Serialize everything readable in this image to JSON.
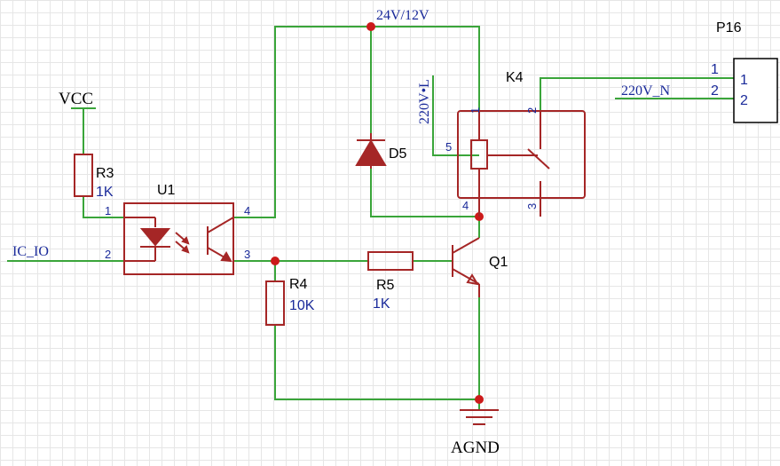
{
  "nets": {
    "vcc": "VCC",
    "supply": "24V/12V",
    "input": "IC_IO",
    "ground": "AGND",
    "line": "220V•L",
    "neutral": "220V_N"
  },
  "components": {
    "r3": {
      "ref": "R3",
      "value": "1K"
    },
    "r4": {
      "ref": "R4",
      "value": "10K"
    },
    "r5": {
      "ref": "R5",
      "value": "1K"
    },
    "u1": {
      "ref": "U1",
      "pins": [
        "1",
        "2",
        "3",
        "4"
      ]
    },
    "d5": {
      "ref": "D5"
    },
    "q1": {
      "ref": "Q1"
    },
    "k4": {
      "ref": "K4",
      "pins": [
        "1",
        "2",
        "3",
        "4",
        "5"
      ]
    },
    "p16": {
      "ref": "P16",
      "pins": [
        "1",
        "2"
      ],
      "pin_labels": [
        "1",
        "2"
      ]
    }
  },
  "colors": {
    "wire": "#3aa53a",
    "component": "#a52626",
    "junction": "#cc1a1a",
    "pin_text": "#1a2a9a",
    "grid": "#e6e6e6"
  }
}
